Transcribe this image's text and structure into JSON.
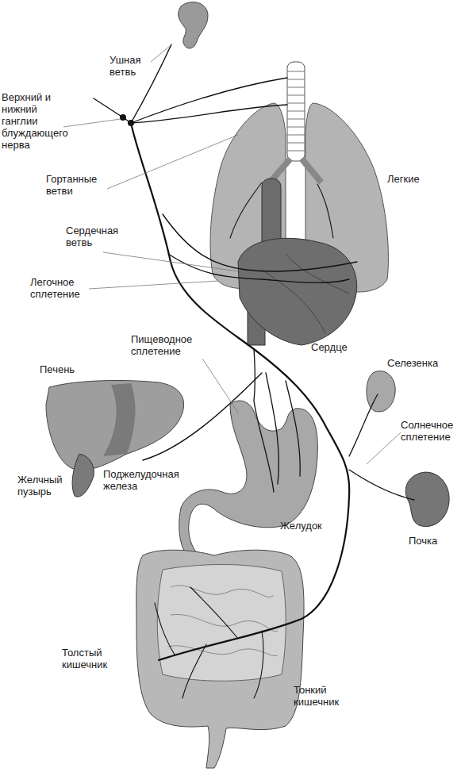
{
  "diagram": {
    "labels": [
      "Ушная ветвь",
      "Верхний и нижний ганглии блуждающего нерва",
      "Гортанные ветви",
      "Легкие",
      "Сердечная ветвь",
      "Легочное сплетение",
      "Сердце",
      "Пищеводное сплетение",
      "Печень",
      "Селезенка",
      "Солнечное сплетение",
      "Желчный пузырь",
      "Поджелудочная железа",
      "Желудок",
      "Почка",
      "Толстый кишечник",
      "Тонкий кишечник"
    ]
  }
}
